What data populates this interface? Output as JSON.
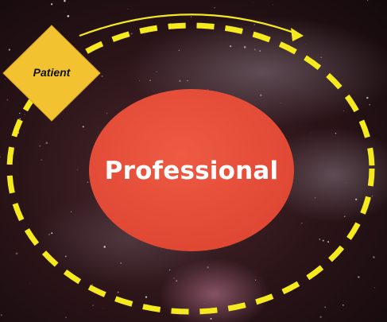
{
  "diagram": {
    "center_node": {
      "label": "Professional",
      "color": "#e8503a",
      "text_color": "#ffffff"
    },
    "orbit_node": {
      "label": "Patient",
      "color": "#f2c230",
      "text_color": "#111111"
    },
    "orbit_path": {
      "style": "dashed",
      "color": "#f5ea1e"
    },
    "direction_arrow": {
      "color": "#f5ea1e",
      "direction": "clockwise"
    },
    "background": {
      "description_color": "#2a1418"
    }
  }
}
